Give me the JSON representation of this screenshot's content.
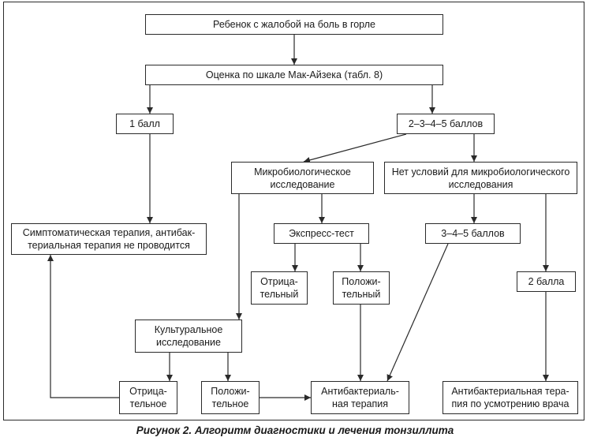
{
  "nodes": {
    "start": "Ребенок с жалобой на боль в горле",
    "mcisaac": "Оценка по шкале Мак-Айзека (табл. 8)",
    "score_1": "1 балл",
    "score_2_5": "2–3–4–5 баллов",
    "micro_test": "Микробиологическое\nисследование",
    "no_micro": "Нет условий для микробиологического\nисследования",
    "symptomatic": "Симптоматическая терапия, антибак-\nтериальная терапия не проводится",
    "express": "Экспресс-тест",
    "score_3_5": "3–4–5 баллов",
    "express_neg": "Отрица-\nтельный",
    "express_pos": "Положи-\nтельный",
    "score_2": "2 балла",
    "culture": "Культуральное\nисследование",
    "culture_neg": "Отрица-\nтельное",
    "culture_pos": "Положи-\nтельное",
    "antibiotic": "Антибактериаль-\nная терапия",
    "antibiotic_doctor": "Антибактериальная тера-\nпия по усмотрению врача"
  },
  "edges": [
    [
      "start",
      "mcisaac"
    ],
    [
      "mcisaac",
      "score_1"
    ],
    [
      "mcisaac",
      "score_2_5"
    ],
    [
      "score_1",
      "symptomatic"
    ],
    [
      "score_2_5",
      "micro_test"
    ],
    [
      "score_2_5",
      "no_micro"
    ],
    [
      "micro_test",
      "express"
    ],
    [
      "micro_test",
      "culture"
    ],
    [
      "express",
      "express_neg"
    ],
    [
      "express",
      "express_pos"
    ],
    [
      "express_pos",
      "antibiotic"
    ],
    [
      "no_micro",
      "score_3_5"
    ],
    [
      "no_micro",
      "score_2"
    ],
    [
      "score_3_5",
      "antibiotic"
    ],
    [
      "score_2",
      "antibiotic_doctor"
    ],
    [
      "culture",
      "culture_neg"
    ],
    [
      "culture",
      "culture_pos"
    ],
    [
      "culture_neg",
      "symptomatic"
    ],
    [
      "culture_pos",
      "antibiotic"
    ]
  ],
  "caption": "Рисунок 2. Алгоритм диагностики и лечения тонзиллита"
}
